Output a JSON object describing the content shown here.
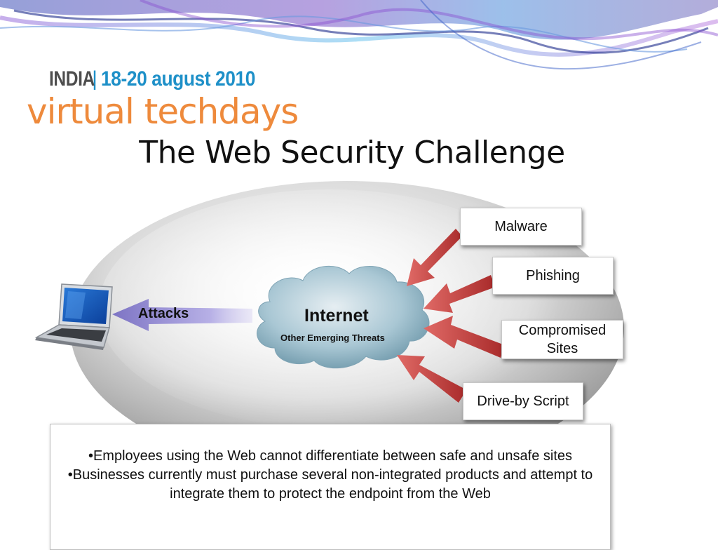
{
  "header": {
    "country": "INDIA",
    "separator": "|",
    "dates": "18-20 august 2010",
    "event": "virtual techdays"
  },
  "slide": {
    "title": "The Web Security Challenge"
  },
  "diagram": {
    "attacks_label": "Attacks",
    "cloud_title": "Internet",
    "cloud_subtitle": "Other Emerging Threats",
    "threats": [
      {
        "label": "Malware"
      },
      {
        "label": "Phishing"
      },
      {
        "label": "Compromised Sites"
      },
      {
        "label": "Drive-by Script"
      }
    ]
  },
  "notes": {
    "bullets": [
      "•Employees using the Web cannot differentiate between safe and unsafe sites",
      "•Businesses currently must purchase several non-integrated products and attempt to integrate them to protect the endpoint from the Web"
    ]
  },
  "colors": {
    "brand_blue": "#1e90c8",
    "brand_orange": "#ee8a3c",
    "arrow_red": "#c9403f",
    "arrow_purple": "#8a80c8",
    "cloud_blue": "#8fb8c8"
  }
}
